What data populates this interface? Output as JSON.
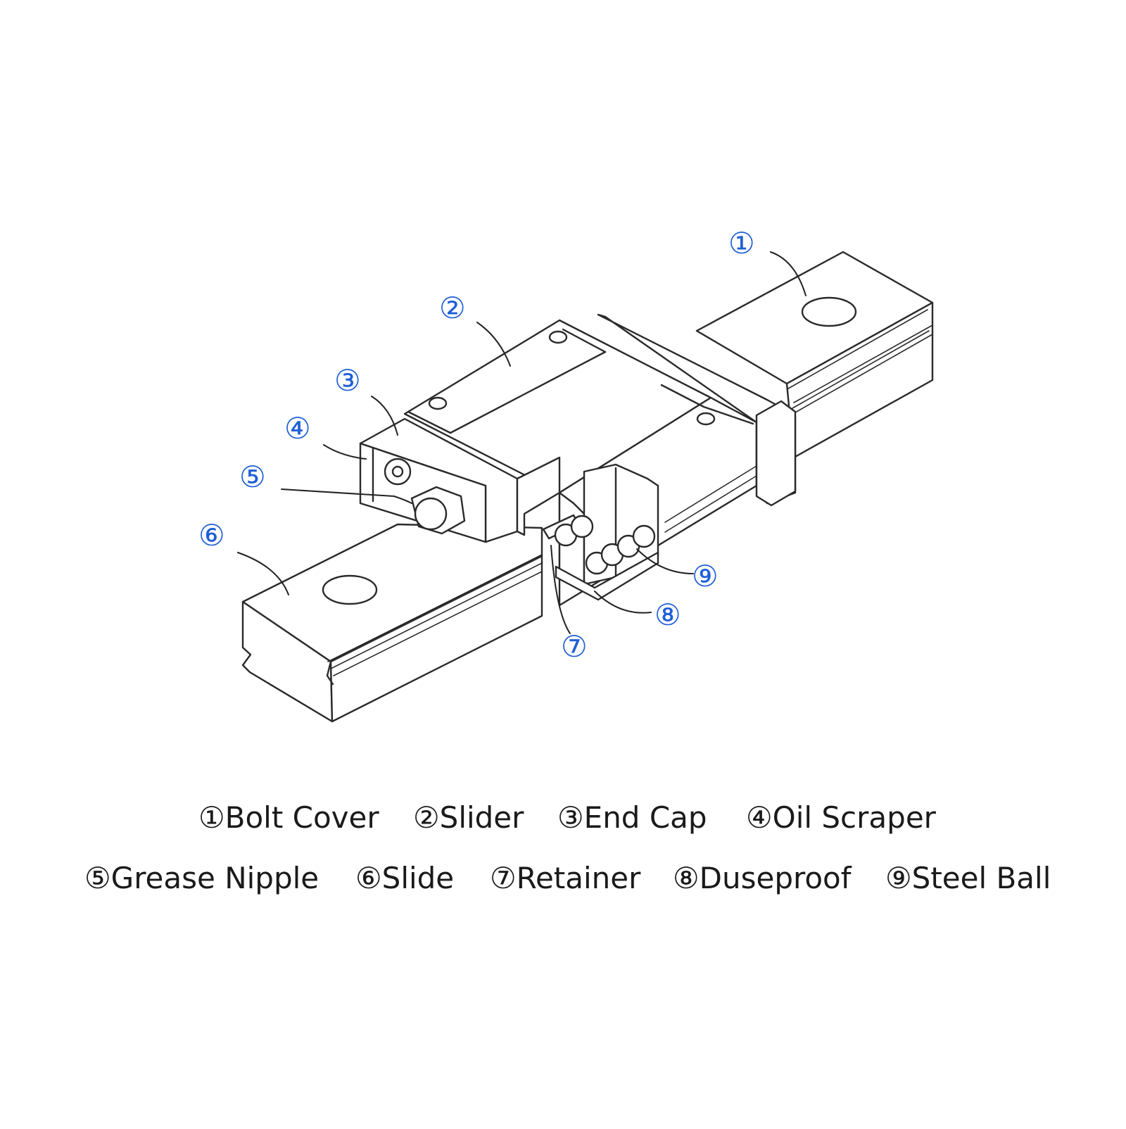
{
  "callouts": [
    {
      "id": "1",
      "glyph": "①",
      "label": "Bolt Cover"
    },
    {
      "id": "2",
      "glyph": "②",
      "label": "Slider"
    },
    {
      "id": "3",
      "glyph": "③",
      "label": "End Cap"
    },
    {
      "id": "4",
      "glyph": "④",
      "label": "Oil Scraper"
    },
    {
      "id": "5",
      "glyph": "⑤",
      "label": "Grease Nipple"
    },
    {
      "id": "6",
      "glyph": "⑥",
      "label": "Slide"
    },
    {
      "id": "7",
      "glyph": "⑦",
      "label": "Retainer"
    },
    {
      "id": "8",
      "glyph": "⑧",
      "label": "Duseproof"
    },
    {
      "id": "9",
      "glyph": "⑨",
      "label": "Steel Ball"
    }
  ],
  "legend": {
    "row1": [
      "①Bolt Cover",
      "②Slider",
      "③End Cap",
      "④Oil Scraper"
    ],
    "row2": [
      "⑤Grease Nipple",
      "⑥Slide",
      "⑦Retainer",
      "⑧Duseproof",
      "⑨Steel Ball"
    ]
  },
  "colors": {
    "callout": "#1f5fd6",
    "line": "#2a2a2a",
    "text": "#1a1a1a"
  }
}
